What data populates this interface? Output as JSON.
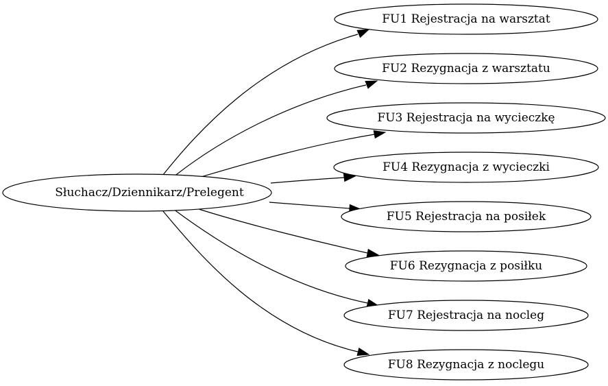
{
  "diagram": {
    "actor": {
      "label": "Słuchacz/Dziennikarz/Prelegent"
    },
    "use_cases": [
      {
        "label": "FU1 Rejestracja na warsztat"
      },
      {
        "label": "FU2 Rezygnacja z warsztatu"
      },
      {
        "label": "FU3 Rejestracja na wycieczkę"
      },
      {
        "label": "FU4 Rezygnacja z wycieczki"
      },
      {
        "label": "FU5 Rejestracja na posiłek"
      },
      {
        "label": "FU6 Rezygnacja z posiłku"
      },
      {
        "label": "FU7 Rejestracja na nocleg"
      },
      {
        "label": "FU8 Rezygnacja z noclegu"
      }
    ],
    "edges": [
      {
        "from": "actor",
        "to": 0
      },
      {
        "from": "actor",
        "to": 1
      },
      {
        "from": "actor",
        "to": 2
      },
      {
        "from": "actor",
        "to": 3
      },
      {
        "from": "actor",
        "to": 4
      },
      {
        "from": "actor",
        "to": 5
      },
      {
        "from": "actor",
        "to": 6
      },
      {
        "from": "actor",
        "to": 7
      }
    ]
  }
}
